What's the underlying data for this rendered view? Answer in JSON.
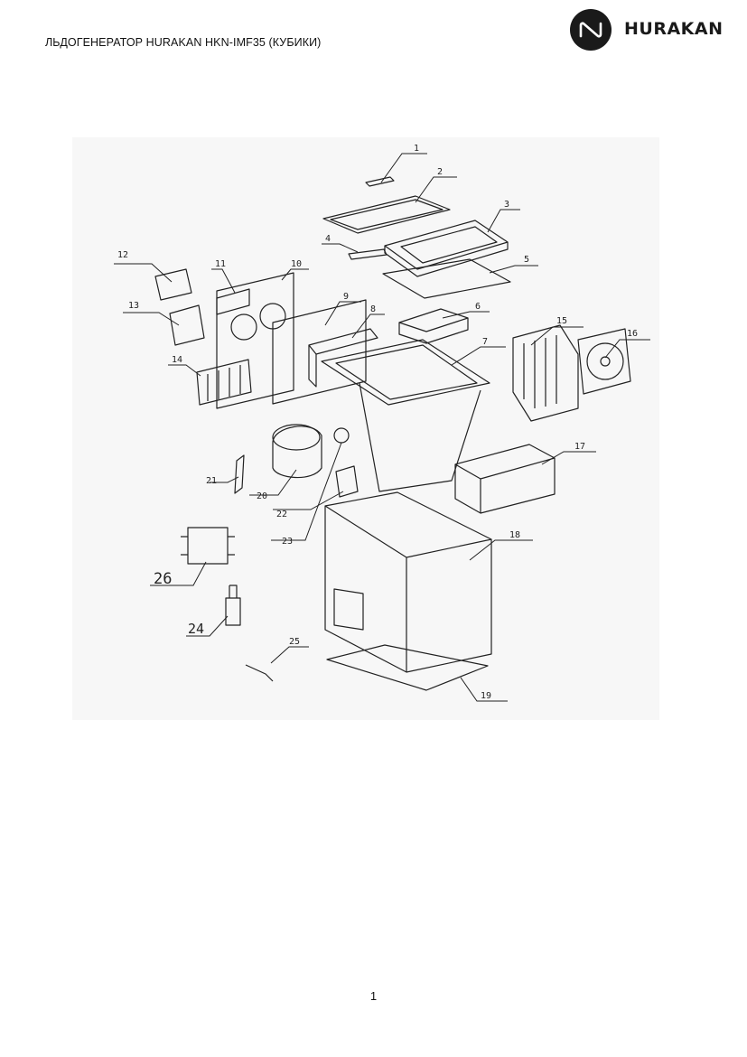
{
  "header": {
    "title": "ЛЬДОГЕНЕРАТОР HURAKAN HKN-IMF35 (КУБИКИ)",
    "logo_text": "HURAKAN"
  },
  "diagram": {
    "callouts": [
      "1",
      "2",
      "3",
      "4",
      "5",
      "6",
      "7",
      "8",
      "9",
      "10",
      "11",
      "12",
      "13",
      "14",
      "15",
      "16",
      "17",
      "18",
      "19",
      "20",
      "21",
      "22",
      "23",
      "24",
      "25",
      "26"
    ]
  },
  "footer": {
    "page_number": "1"
  }
}
